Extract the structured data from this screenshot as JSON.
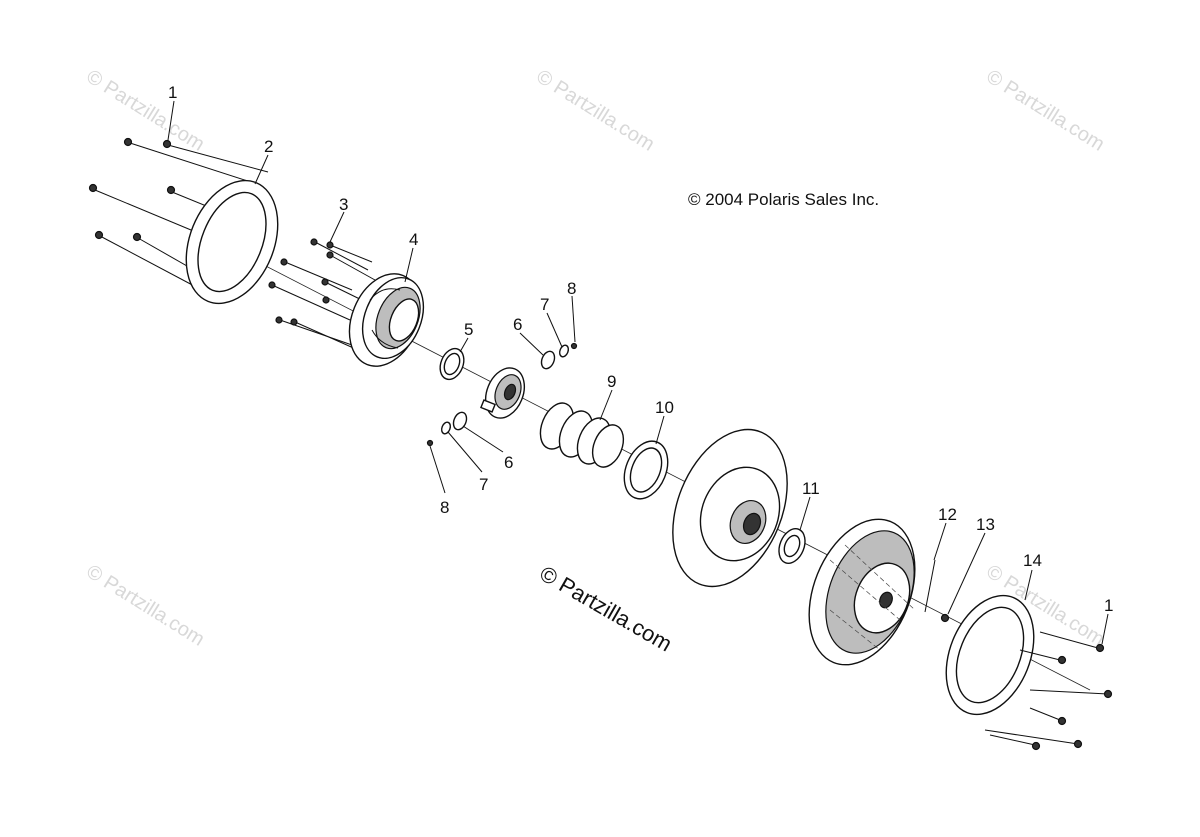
{
  "copyright_notice": "© 2004 Polaris Sales Inc.",
  "watermark_center": "© Partzilla.com",
  "watermark_faint": "© Partzilla.com",
  "callouts": {
    "c1a": "1",
    "c2": "2",
    "c3": "3",
    "c4": "4",
    "c5": "5",
    "c6a": "6",
    "c7a": "7",
    "c8a": "8",
    "c9": "9",
    "c10": "10",
    "c6b": "6",
    "c7b": "7",
    "c8b": "8",
    "c11": "11",
    "c12": "12",
    "c13": "13",
    "c14": "14",
    "c1b": "1"
  }
}
